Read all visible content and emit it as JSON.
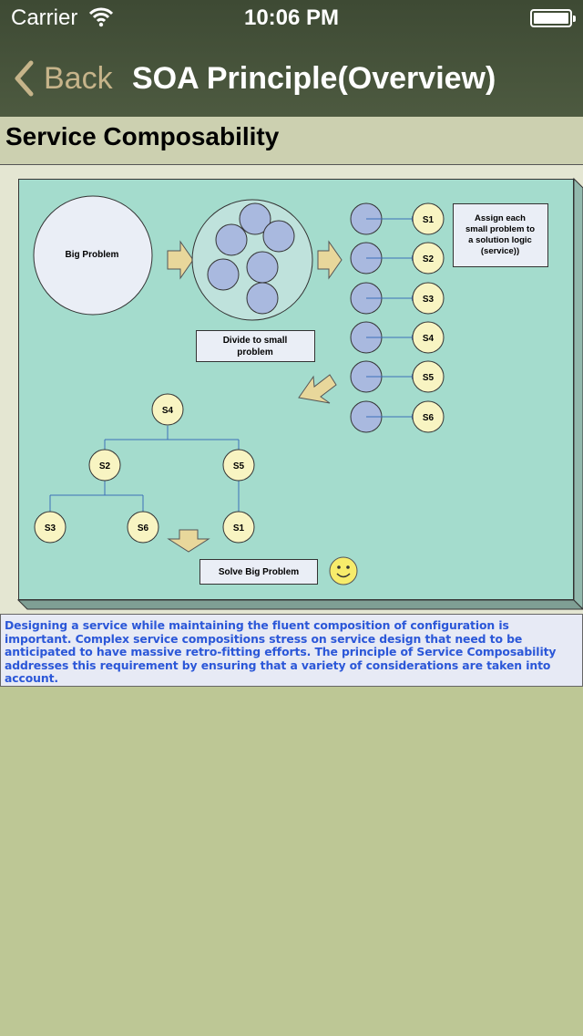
{
  "status": {
    "carrier": "Carrier",
    "time": "10:06 PM"
  },
  "nav": {
    "back_label": "Back",
    "title": "SOA Principle(Overview)"
  },
  "section": {
    "title": "Service Composability"
  },
  "diagram": {
    "big_problem": "Big Problem",
    "divide_label_1": "Divide to small",
    "divide_label_2": "problem",
    "assign_1": "Assign each",
    "assign_2": "small problem to",
    "assign_3": "a solution logic",
    "assign_4": "(service))",
    "services": [
      "S1",
      "S2",
      "S3",
      "S4",
      "S5",
      "S6"
    ],
    "solve": "Solve Big Problem"
  },
  "description": "Designing a service while maintaining the fluent composition of configuration is important. Complex service compositions stress on service design that need to be anticipated to have massive retro-fitting efforts. The principle of Service Composability addresses this requirement by ensuring that a variety of considerations are taken into account."
}
